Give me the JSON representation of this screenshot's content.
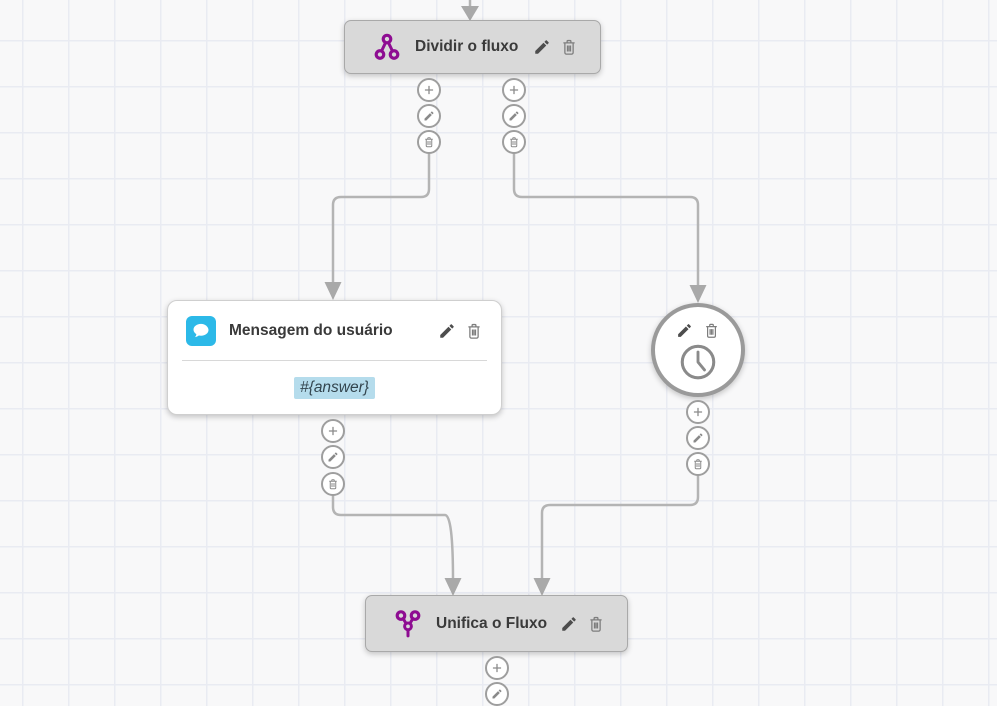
{
  "canvas": {
    "background_color": "#f8f8f9",
    "grid_line_color": "#e9ebf2"
  },
  "palette": {
    "accent_purple": "#8e0d92",
    "node_gray_fill": "#d9d9d9",
    "node_border_gray": "#a9a9a9",
    "wire_gray": "#b4b4b4",
    "arrow_gray": "#a9a9a9",
    "icon_gray": "#8a8a8a",
    "message_icon_blue": "#2cb9e8",
    "variable_highlight_blue": "#b5dcec"
  },
  "nodes": {
    "split": {
      "title": "Dividir o fluxo",
      "icon": "split-flow-icon",
      "actions": [
        "edit",
        "delete"
      ]
    },
    "user_message": {
      "title": "Mensagem do usuário",
      "icon": "chat-bubble-icon",
      "body": "#{answer}",
      "actions": [
        "edit",
        "delete"
      ]
    },
    "timer": {
      "icon": "clock-icon",
      "actions": [
        "edit",
        "delete"
      ]
    },
    "merge": {
      "title": "Unifica o Fluxo",
      "icon": "merge-flow-icon",
      "actions": [
        "edit",
        "delete"
      ]
    }
  },
  "connector_menu": {
    "buttons": [
      "add",
      "edit",
      "delete"
    ]
  }
}
